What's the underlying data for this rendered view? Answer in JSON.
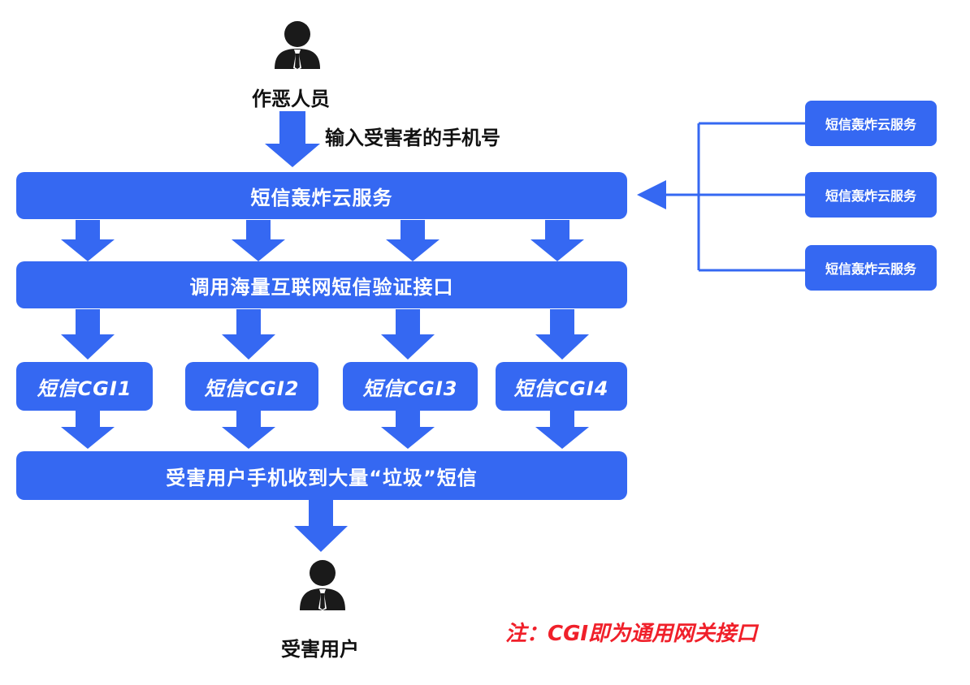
{
  "attacker": {
    "label": "作恶人员",
    "icon": "person-icon"
  },
  "input_label": "输入受害者的手机号",
  "main_service": "短信轰炸云服务",
  "interface_layer": "调用海量互联网短信验证接口",
  "cgi_boxes": [
    "短信CGI1",
    "短信CGI2",
    "短信CGI3",
    "短信CGI4"
  ],
  "result_layer": "受害用户手机收到大量“垃圾”短信",
  "victim": {
    "label": "受害用户",
    "icon": "person-icon"
  },
  "side_services": [
    "短信轰炸云服务",
    "短信轰炸云服务",
    "短信轰炸云服务"
  ],
  "note": "注：CGI即为通用网关接口",
  "colors": {
    "box": "#3568f2",
    "note": "#f0202a",
    "text": "#111111"
  }
}
